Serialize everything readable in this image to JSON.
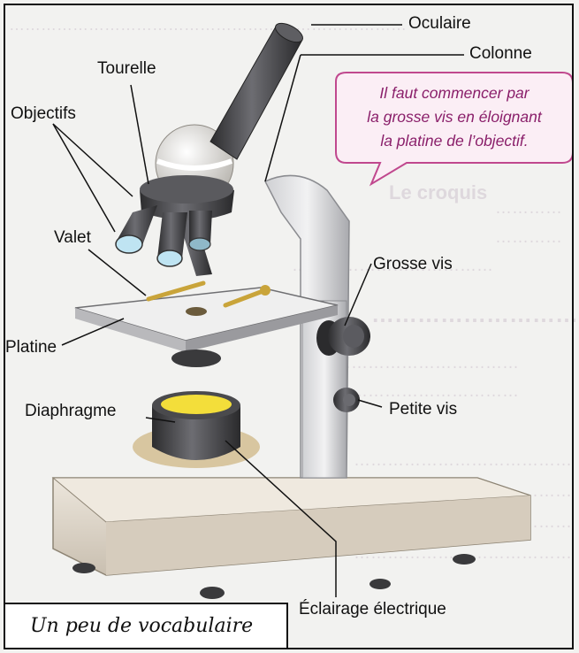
{
  "labels": {
    "oculaire": "Oculaire",
    "colonne": "Colonne",
    "tourelle": "Tourelle",
    "objectifs": "Objectifs",
    "valet": "Valet",
    "grosse_vis": "Grosse vis",
    "platine": "Platine",
    "diaphragme": "Diaphragme",
    "petite_vis": "Petite vis",
    "eclairage": "Éclairage électrique"
  },
  "bubble": {
    "line1": "Il faut commencer par",
    "line2": "la grosse vis en éloignant",
    "line3": "la platine de l’objectif."
  },
  "caption": "Un peu de vocabulaire",
  "colors": {
    "metal_dark": "#3a3a3c",
    "metal_mid": "#707075",
    "base": "#dcd3c6",
    "lens_blue": "#bfe4f2",
    "lamp_yellow": "#f3de3a",
    "bubble_text": "#8a1f6a",
    "bubble_border": "#c0488e",
    "bubble_fill": "#fbeef5"
  },
  "icons": [
    "microscope-illustration",
    "speech-bubble"
  ]
}
